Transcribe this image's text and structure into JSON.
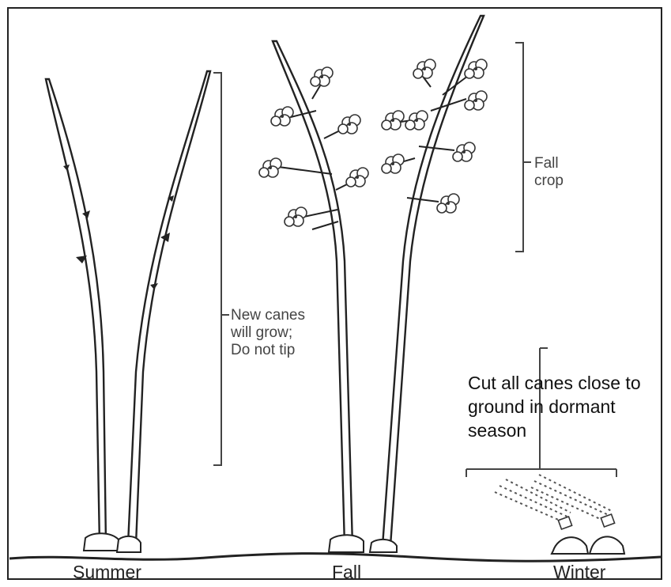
{
  "seasons": {
    "summer": "Summer",
    "fall": "Fall",
    "winter": "Winter"
  },
  "annotations": {
    "summer_note": "New canes\nwill grow;\nDo not tip",
    "fall_note": "Fall\ncrop",
    "winter_note": "Cut all canes close to\nground in dormant\nseason"
  },
  "colors": {
    "ink": "#222222",
    "frame": "#222222",
    "background": "#ffffff"
  }
}
